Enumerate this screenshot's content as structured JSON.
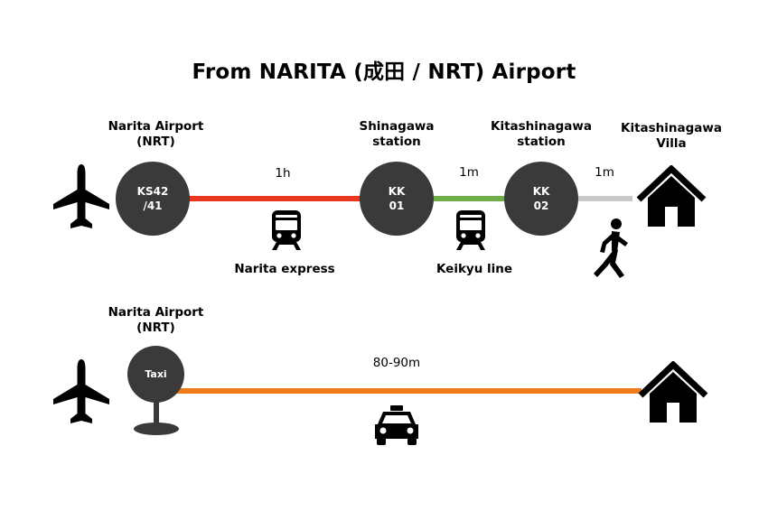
{
  "title": "From NARITA (成田 / NRT) Airport",
  "route1": {
    "origin_label_1": "Narita Airport",
    "origin_label_2": "(NRT)",
    "stop1_label_1": "Shinagawa",
    "stop1_label_2": "station",
    "stop2_label_1": "Kitashinagawa",
    "stop2_label_2": "station",
    "dest_label_1": "Kitashinagawa",
    "dest_label_2": "Villa",
    "origin_code_1": "KS42",
    "origin_code_2": "/41",
    "stop1_code_1": "KK",
    "stop1_code_2": "01",
    "stop2_code_1": "KK",
    "stop2_code_2": "02",
    "seg1_duration": "1h",
    "seg2_duration": "1m",
    "seg3_duration": "1m",
    "seg1_mode": "Narita express",
    "seg2_mode": "Keikyu line"
  },
  "route2": {
    "origin_label_1": "Narita Airport",
    "origin_label_2": "(NRT)",
    "stand_label": "Taxi",
    "duration": "80-90m"
  },
  "colors": {
    "narita_express": "#e8361f",
    "keikyu": "#6fae48",
    "walk": "#c8c8c8",
    "taxi": "#ef7a1a",
    "station": "#3a3a3a"
  },
  "icons": [
    "airplane-icon",
    "train-icon",
    "house-icon",
    "walking-person-icon",
    "taxi-icon"
  ]
}
